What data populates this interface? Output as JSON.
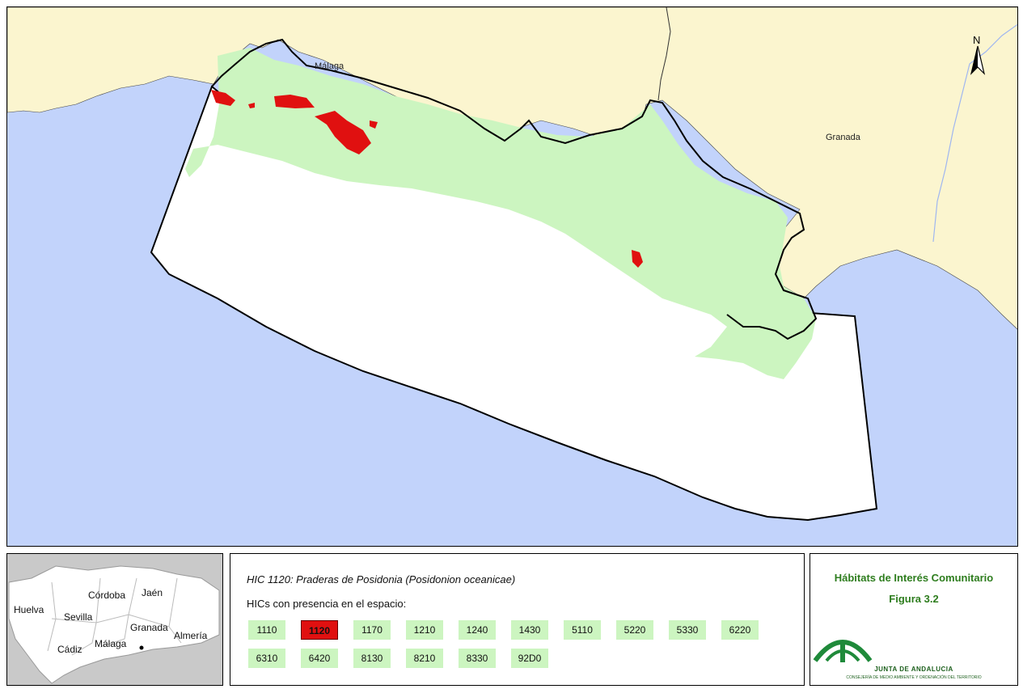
{
  "main_map": {
    "labels": {
      "malaga": "Málaga",
      "granada": "Granada",
      "north": "N"
    },
    "colors": {
      "sea": "#c2d3fb",
      "land": "#fbf5cf",
      "habitat_general": "#ccf5c0",
      "habitat_1120": "#e01010",
      "boundary": "#000000"
    }
  },
  "inset_map": {
    "provinces": [
      "Huelva",
      "Sevilla",
      "Córdoba",
      "Jaén",
      "Granada",
      "Almería",
      "Cádiz",
      "Málaga"
    ]
  },
  "legend": {
    "title": "HIC 1120: Praderas de Posidonia (Posidonion oceanicae)",
    "subtitle": "HICs con presencia en el espacio:",
    "selected_code": "1120",
    "rows": [
      [
        "1110",
        "1120",
        "1170",
        "1210",
        "1240",
        "1430",
        "5110",
        "5220",
        "5330",
        "6220"
      ],
      [
        "6310",
        "6420",
        "8130",
        "8210",
        "8330",
        "92D0"
      ]
    ]
  },
  "title_block": {
    "line1": "Hábitats de Interés Comunitario",
    "line2": "Figura 3.2",
    "logo_name": "JUNTA DE ANDALUCIA",
    "logo_sub": "CONSEJERÍA DE MEDIO AMBIENTE Y ORDENACIÓN DEL TERRITORIO"
  }
}
